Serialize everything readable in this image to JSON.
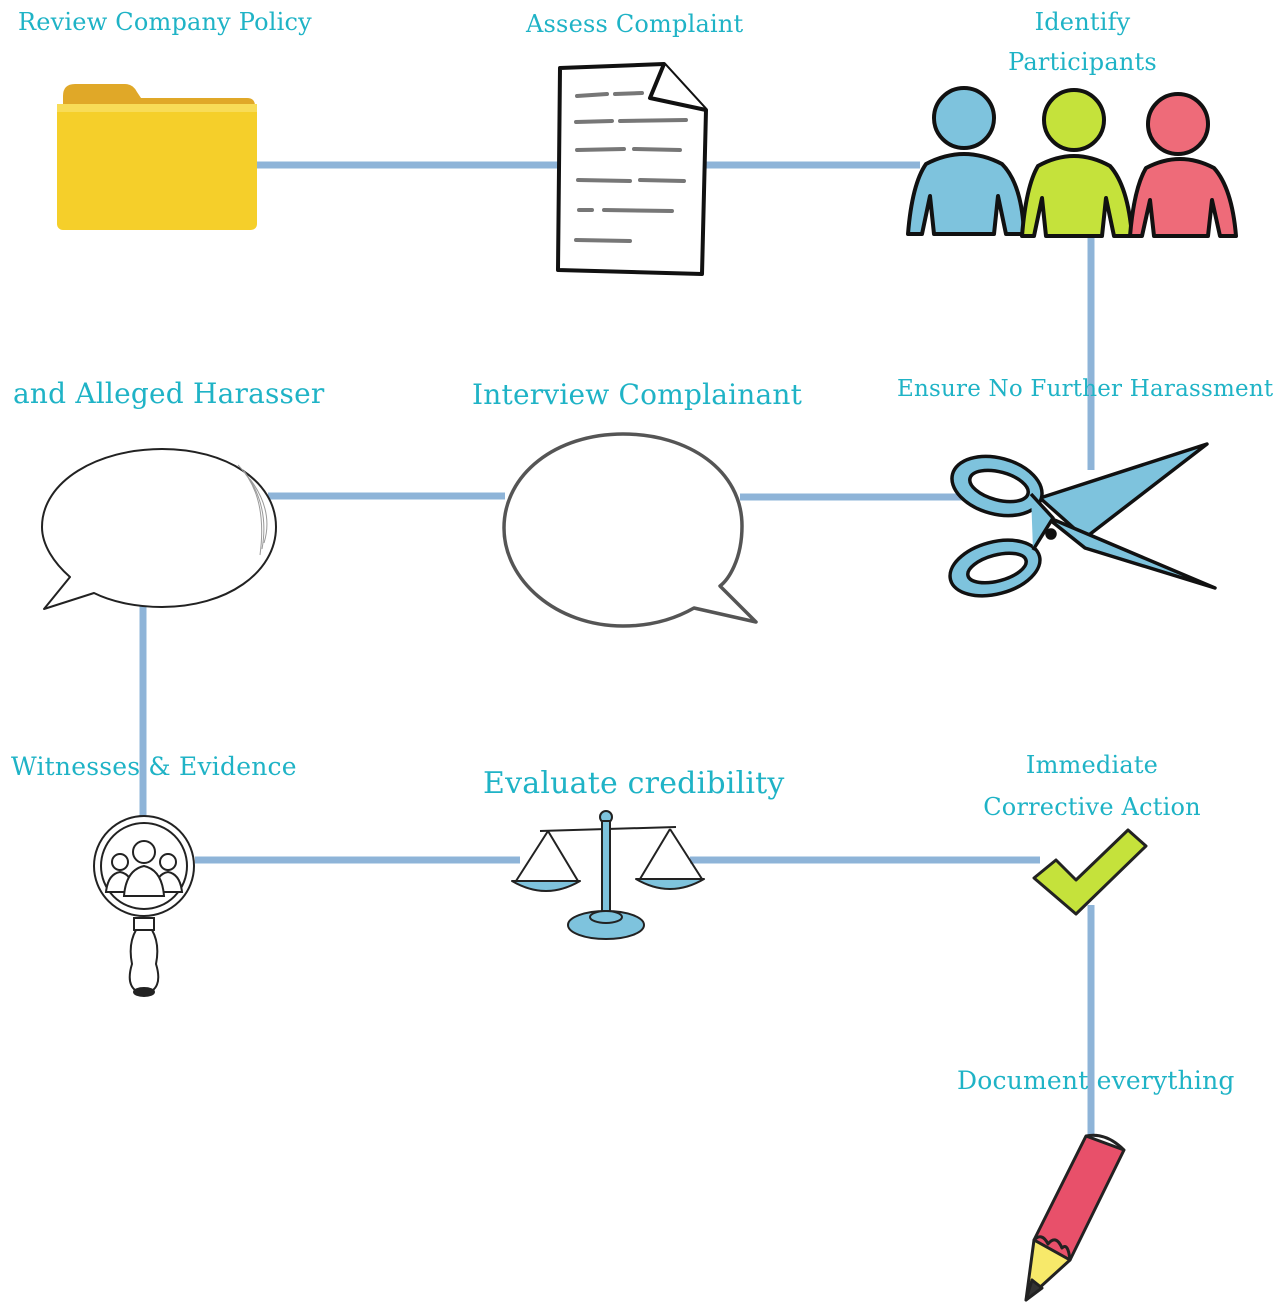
{
  "steps": [
    {
      "id": "policy",
      "label": "Review Company Policy",
      "icon": "folder-icon"
    },
    {
      "id": "assess",
      "label": "Assess Complaint",
      "icon": "document-icon"
    },
    {
      "id": "identify",
      "label_line1": "Identify",
      "label_line2": "Participants",
      "icon": "people-icon"
    },
    {
      "id": "ensure",
      "label": "Ensure No Further Harassment",
      "icon": "scissors-icon"
    },
    {
      "id": "interview",
      "label": "Interview Complainant",
      "icon": "speech-bubble-icon"
    },
    {
      "id": "alleged",
      "label": "and Alleged Harasser",
      "icon": "speech-bubble-icon"
    },
    {
      "id": "witnesses",
      "label": "Witnesses & Evidence",
      "icon": "magnifier-icon"
    },
    {
      "id": "evaluate",
      "label": "Evaluate credibility",
      "icon": "scales-icon"
    },
    {
      "id": "immediate",
      "label_line1": "Immediate",
      "label_line2": "Corrective Action",
      "icon": "checkmark-icon"
    },
    {
      "id": "document",
      "label": "Document everything",
      "icon": "pencil-icon"
    }
  ],
  "colors": {
    "text": "#1fb3c6",
    "connector": "#8eb4d8",
    "folder": "#f5cf2a",
    "person_blue": "#7ec3dd",
    "person_green": "#c5e23b",
    "person_red": "#ee6b79",
    "scissors": "#7ec3dd",
    "check": "#c5e23b",
    "pencil": "#e8506a"
  }
}
